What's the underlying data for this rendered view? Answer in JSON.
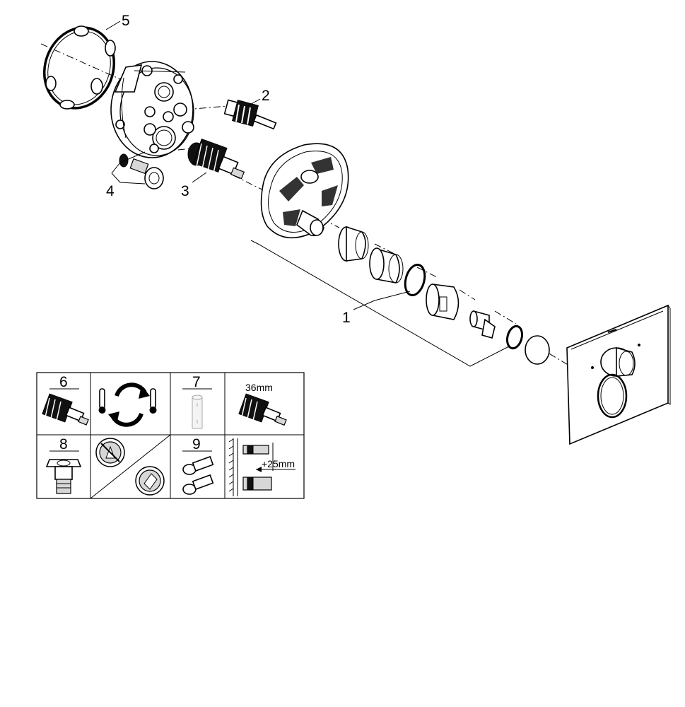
{
  "diagram": {
    "callouts": [
      "1",
      "2",
      "3",
      "4",
      "5"
    ],
    "table": {
      "cells": [
        {
          "number": "6",
          "icon": "thermostatic-cartridge-icon"
        },
        {
          "number": "",
          "icon": "temperature-reverse-icon"
        },
        {
          "number": "7",
          "icon": "extension-sleeve-icon"
        },
        {
          "number": "",
          "label": "36mm",
          "icon": "cartridge-36mm-icon"
        },
        {
          "number": "8",
          "icon": "stop-valve-icon"
        },
        {
          "number": "",
          "icon": "head-shower-handshower-icon"
        },
        {
          "number": "9",
          "icon": "extension-set-icon"
        },
        {
          "number": "",
          "label": "+25mm",
          "icon": "wall-extension-icon"
        }
      ]
    }
  }
}
